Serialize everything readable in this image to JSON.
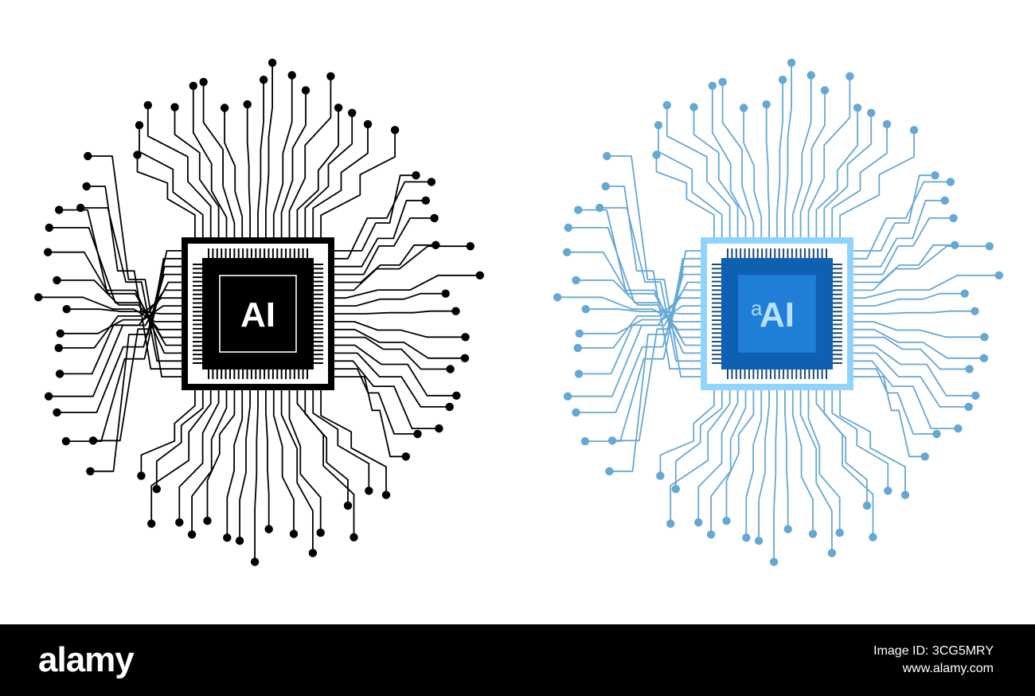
{
  "chips": [
    {
      "label": "AI",
      "trace_color": "#000000",
      "frame_color": "#000000",
      "die_color": "#000000",
      "inner_color": "#000000",
      "inner_border_color": "#ffffff",
      "pin_color": "#000000",
      "text_color": "#ffffff"
    },
    {
      "label": "AI",
      "trace_color": "#66a8d2",
      "frame_color": "#8fd3ff",
      "die_color": "#0f5fb3",
      "inner_color": "#1f7fd6",
      "inner_border_color": "#1f7fd6",
      "pin_color": "#1a4a78",
      "text_color": "#b7e2ff",
      "ghost_text": "a"
    }
  ],
  "footer": {
    "brand": "alamy",
    "image_id": "Image ID: 3CG5MRY",
    "site": "www.alamy.com"
  }
}
